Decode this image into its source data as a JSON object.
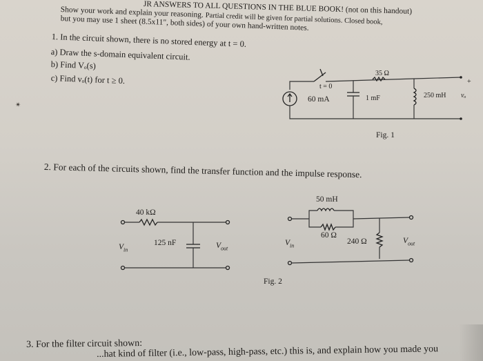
{
  "header": {
    "line1_prefix": "Show your work and explain your reasoning.",
    "line1_top": "JR ANSWERS TO ALL QUESTIONS IN THE BLUE BOOK! (not on this handout)",
    "line1_suffix": "Partial credit will be given for partial solutions. Closed book,",
    "line2": "but you may use 1 sheet (8.5x11\", both sides) of your own hand-written notes."
  },
  "q1": {
    "title": "1. In the circuit shown, there is no stored energy at t = 0.",
    "a": "a)  Draw the s-domain equivalent circuit.",
    "b": "b)  Find Vₒ(s)",
    "c": "c)  Find vₒ(t) for t ≥ 0.",
    "fig": {
      "switch_label": "t = 0",
      "source": "60 mA",
      "cap": "1 mF",
      "res": "35 Ω",
      "ind": "250 mH",
      "out": "vₒ",
      "plus": "+",
      "caption": "Fig. 1"
    }
  },
  "q2": {
    "title": "2. For each of the circuits shown, find the transfer function and the impulse response.",
    "fig_left": {
      "res": "40 kΩ",
      "cap": "125 nF",
      "vin": "V",
      "vin_sub": "in",
      "vout": "V",
      "vout_sub": "out"
    },
    "fig_right": {
      "ind": "50 mH",
      "r1": "60 Ω",
      "r2": "240 Ω",
      "vin": "V",
      "vin_sub": "in",
      "vout": "V",
      "vout_sub": "out"
    },
    "caption": "Fig. 2"
  },
  "q3": {
    "title": "3. For the filter circuit shown:",
    "line2": "...hat kind of filter (i.e., low-pass, high-pass, etc.) this is, and explain how you made you"
  },
  "margin_mark": "✴"
}
